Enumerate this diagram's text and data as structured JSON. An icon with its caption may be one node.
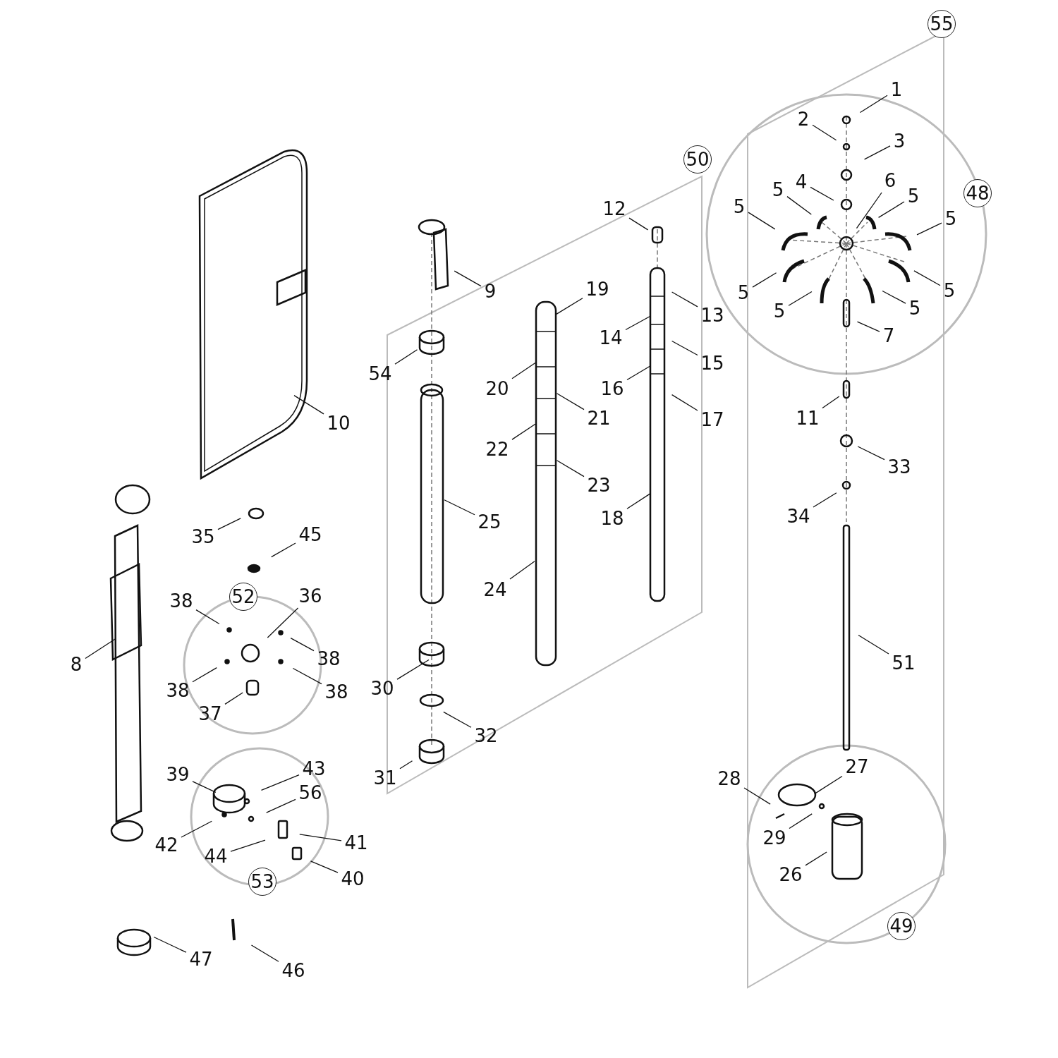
{
  "diagram": {
    "nodes": [
      {
        "text": [
          "55"
        ]
      },
      {
        "text": [
          "1"
        ]
      },
      {
        "text": [
          "2"
        ]
      },
      {
        "text": [
          "3"
        ]
      },
      {
        "text": [
          "50"
        ]
      },
      {
        "text": [
          "4"
        ]
      },
      {
        "text": [
          "6"
        ]
      },
      {
        "text": [
          "5"
        ]
      },
      {
        "text": [
          "5"
        ]
      },
      {
        "text": [
          "48"
        ]
      },
      {
        "text": [
          "5"
        ]
      },
      {
        "text": [
          "5"
        ]
      },
      {
        "text": [
          "12"
        ]
      },
      {
        "text": [
          "5"
        ]
      },
      {
        "text": [
          "5"
        ]
      },
      {
        "text": [
          "9"
        ]
      },
      {
        "text": [
          "19"
        ]
      },
      {
        "text": [
          "5"
        ]
      },
      {
        "text": [
          "5"
        ]
      },
      {
        "text": [
          "13"
        ]
      },
      {
        "text": [
          "7"
        ]
      },
      {
        "text": [
          "14"
        ]
      },
      {
        "text": [
          "15"
        ]
      },
      {
        "text": [
          "54"
        ]
      },
      {
        "text": [
          "20"
        ]
      },
      {
        "text": [
          "16"
        ]
      },
      {
        "text": [
          "21"
        ]
      },
      {
        "text": [
          "11"
        ]
      },
      {
        "text": [
          "17"
        ]
      },
      {
        "text": [
          "10"
        ]
      },
      {
        "text": [
          "22"
        ]
      },
      {
        "text": [
          "33"
        ]
      },
      {
        "text": [
          "23"
        ]
      },
      {
        "text": [
          "34"
        ]
      },
      {
        "text": [
          "18"
        ]
      },
      {
        "text": [
          "25"
        ]
      },
      {
        "text": [
          "35"
        ]
      },
      {
        "text": [
          "45"
        ]
      },
      {
        "text": [
          "24"
        ]
      },
      {
        "text": [
          "36"
        ]
      },
      {
        "text": [
          "52"
        ]
      },
      {
        "text": [
          "38"
        ]
      },
      {
        "text": [
          "51"
        ]
      },
      {
        "text": [
          "8"
        ]
      },
      {
        "text": [
          "38"
        ]
      },
      {
        "text": [
          "30"
        ]
      },
      {
        "text": [
          "38"
        ]
      },
      {
        "text": [
          "38"
        ]
      },
      {
        "text": [
          "37"
        ]
      },
      {
        "text": [
          "32"
        ]
      },
      {
        "text": [
          "27"
        ]
      },
      {
        "text": [
          "39"
        ]
      },
      {
        "text": [
          "31"
        ]
      },
      {
        "text": [
          "28"
        ]
      },
      {
        "text": [
          "43"
        ]
      },
      {
        "text": [
          "41"
        ]
      },
      {
        "text": [
          "56"
        ]
      },
      {
        "text": [
          "29"
        ]
      },
      {
        "text": [
          "42"
        ]
      },
      {
        "text": [
          "44"
        ]
      },
      {
        "text": [
          "40"
        ]
      },
      {
        "text": [
          "26"
        ]
      },
      {
        "text": [
          "53"
        ]
      },
      {
        "text": [
          "49"
        ]
      },
      {
        "text": [
          "47"
        ]
      },
      {
        "text": [
          "46"
        ]
      }
    ],
    "edges": [
      {
        "from": 1,
        "to": null,
        "arrow": "none"
      },
      {
        "from": 2,
        "to": null,
        "arrow": "none"
      },
      {
        "from": 3,
        "to": null,
        "arrow": "none"
      },
      {
        "from": 5,
        "to": null,
        "arrow": "none"
      },
      {
        "from": 6,
        "to": null,
        "arrow": "none"
      },
      {
        "from": 7,
        "to": null,
        "arrow": "none"
      },
      {
        "from": 8,
        "to": null,
        "arrow": "none"
      },
      {
        "from": 10,
        "to": null,
        "arrow": "none"
      },
      {
        "from": 11,
        "to": null,
        "arrow": "none"
      },
      {
        "from": 12,
        "to": null,
        "arrow": "none"
      },
      {
        "from": 13,
        "to": null,
        "arrow": "none"
      },
      {
        "from": 14,
        "to": null,
        "arrow": "none"
      },
      {
        "from": 15,
        "to": null,
        "arrow": "none"
      },
      {
        "from": 16,
        "to": null,
        "arrow": "none"
      },
      {
        "from": 17,
        "to": null,
        "arrow": "none"
      },
      {
        "from": 18,
        "to": null,
        "arrow": "none"
      },
      {
        "from": 19,
        "to": null,
        "arrow": "none"
      },
      {
        "from": 20,
        "to": null,
        "arrow": "none"
      },
      {
        "from": 21,
        "to": null,
        "arrow": "none"
      },
      {
        "from": 22,
        "to": null,
        "arrow": "none"
      },
      {
        "from": 23,
        "to": null,
        "arrow": "none"
      },
      {
        "from": 24,
        "to": null,
        "arrow": "none"
      },
      {
        "from": 25,
        "to": null,
        "arrow": "none"
      },
      {
        "from": 26,
        "to": null,
        "arrow": "none"
      },
      {
        "from": 27,
        "to": null,
        "arrow": "none"
      },
      {
        "from": 28,
        "to": null,
        "arrow": "none"
      },
      {
        "from": 29,
        "to": null,
        "arrow": "none"
      },
      {
        "from": 30,
        "to": null,
        "arrow": "none"
      },
      {
        "from": 31,
        "to": null,
        "arrow": "none"
      },
      {
        "from": 32,
        "to": null,
        "arrow": "none"
      },
      {
        "from": 33,
        "to": null,
        "arrow": "none"
      },
      {
        "from": 34,
        "to": null,
        "arrow": "none"
      },
      {
        "from": 35,
        "to": null,
        "arrow": "none"
      },
      {
        "from": 36,
        "to": null,
        "arrow": "none"
      },
      {
        "from": 37,
        "to": null,
        "arrow": "none"
      },
      {
        "from": 38,
        "to": null,
        "arrow": "none"
      },
      {
        "from": 39,
        "to": null,
        "arrow": "none"
      },
      {
        "from": 41,
        "to": null,
        "arrow": "none"
      },
      {
        "from": 42,
        "to": null,
        "arrow": "none"
      },
      {
        "from": 43,
        "to": null,
        "arrow": "none"
      },
      {
        "from": 44,
        "to": null,
        "arrow": "none"
      },
      {
        "from": 45,
        "to": null,
        "arrow": "none"
      },
      {
        "from": 46,
        "to": null,
        "arrow": "none"
      },
      {
        "from": 47,
        "to": null,
        "arrow": "none"
      },
      {
        "from": 48,
        "to": null,
        "arrow": "none"
      },
      {
        "from": 49,
        "to": null,
        "arrow": "none"
      },
      {
        "from": 50,
        "to": null,
        "arrow": "none"
      },
      {
        "from": 51,
        "to": null,
        "arrow": "none"
      },
      {
        "from": 52,
        "to": null,
        "arrow": "none"
      },
      {
        "from": 53,
        "to": null,
        "arrow": "none"
      },
      {
        "from": 54,
        "to": null,
        "arrow": "none"
      },
      {
        "from": 55,
        "to": null,
        "arrow": "none"
      },
      {
        "from": 56,
        "to": null,
        "arrow": "none"
      },
      {
        "from": 57,
        "to": null,
        "arrow": "none"
      },
      {
        "from": 58,
        "to": null,
        "arrow": "none"
      },
      {
        "from": 59,
        "to": null,
        "arrow": "none"
      },
      {
        "from": 60,
        "to": null,
        "arrow": "none"
      },
      {
        "from": 61,
        "to": null,
        "arrow": "none"
      },
      {
        "from": 64,
        "to": null,
        "arrow": "none"
      },
      {
        "from": 65,
        "to": null,
        "arrow": "none"
      }
    ]
  }
}
